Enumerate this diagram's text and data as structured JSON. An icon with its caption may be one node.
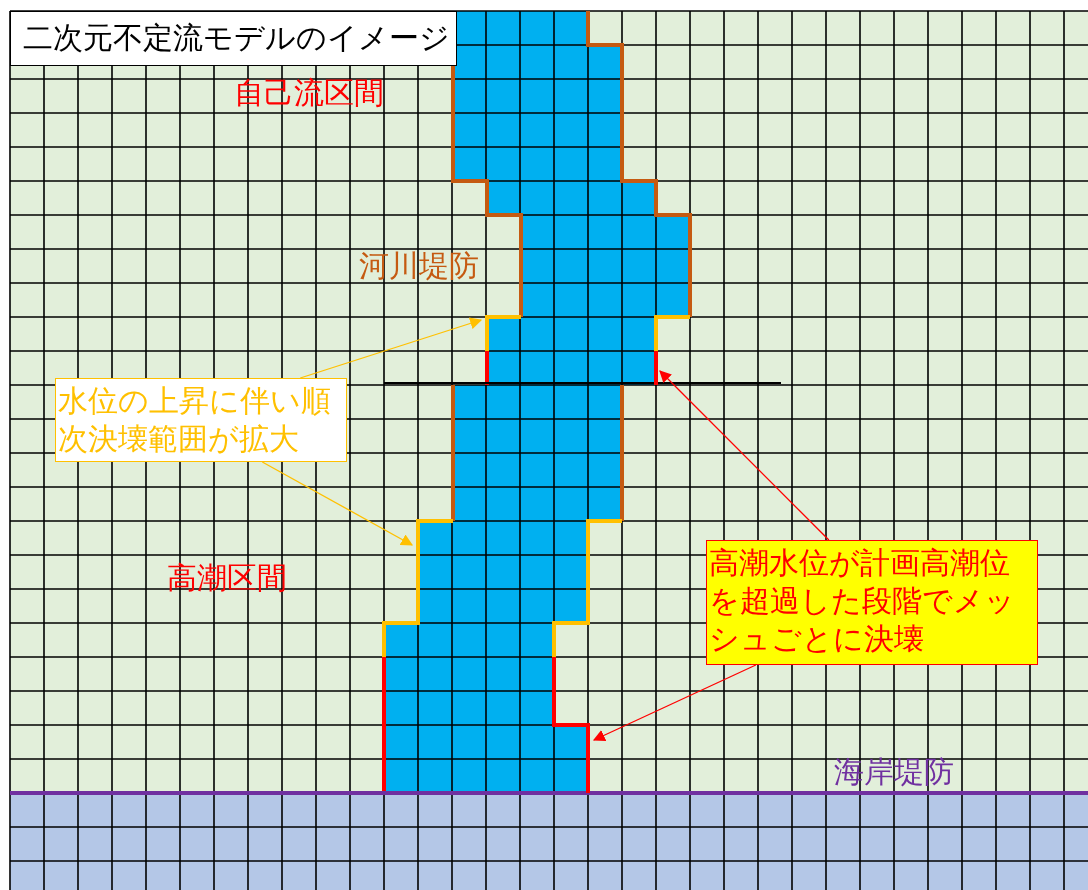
{
  "diagram": {
    "title": "二次元不定流モデルのイメージ",
    "nodes": [
      {
        "text": [
          "水位の上昇に伴い順次決壊範囲が拡大"
        ]
      },
      {
        "text": [],
        "shape": "bar"
      },
      {
        "text": [],
        "shape": "bar"
      },
      {
        "text": [
          "高潮水位が計画高潮位を超過した段階でメッシュごとに決壊"
        ]
      },
      {
        "text": [],
        "shape": "bar"
      },
      {
        "text": [],
        "shape": "bar"
      }
    ],
    "edges": [
      {
        "from": 0,
        "to": 1,
        "arrow": "to",
        "color": "#ffc000"
      },
      {
        "from": 0,
        "to": 2,
        "arrow": "to",
        "color": "#ffc000"
      },
      {
        "from": 3,
        "to": 4,
        "arrow": "to",
        "color": "#ff0000"
      },
      {
        "from": 3,
        "to": 5,
        "arrow": "to",
        "color": "#ff0000"
      }
    ],
    "labels": [
      "自己流区間",
      "河川堤防",
      "高潮区間",
      "海岸堤防"
    ]
  }
}
